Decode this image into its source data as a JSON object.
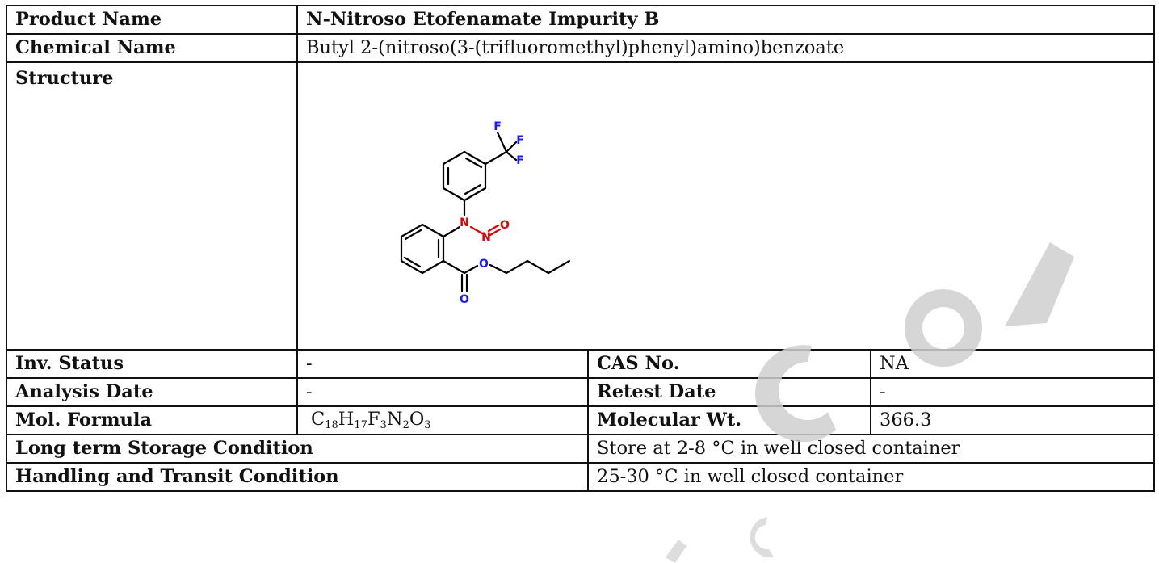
{
  "product": {
    "name_label": "Product Name",
    "name_value": "N-Nitroso Etofenamate Impurity B",
    "chem_label": "Chemical Name",
    "chem_value": "Butyl 2-(nitroso(3-(trifluoromethyl)phenyl)amino)benzoate",
    "structure_label": "Structure"
  },
  "structure": {
    "atoms": {
      "f1": "F",
      "f2": "F",
      "f3": "F",
      "n_amine": "N",
      "n_nitroso": "N",
      "o_nitroso": "O",
      "o_ester": "O",
      "o_carbonyl": "O"
    },
    "colors": {
      "fluorine": "#1a1aff",
      "nitroso": "#e00000",
      "ester": "#1a1aff",
      "bond": "#000000"
    }
  },
  "details": {
    "inv_status_label": "Inv. Status",
    "inv_status_value": "-",
    "cas_label": "CAS No.",
    "cas_value": "NA",
    "analysis_date_label": "Analysis Date",
    "analysis_date_value": "-",
    "retest_label": "Retest Date",
    "retest_value": "-",
    "formula_label": "Mol. Formula",
    "formula_parts": {
      "c": "C",
      "c_n": "18",
      "h": "H",
      "h_n": "17",
      "f": "F",
      "f_n": "3",
      "n": "N",
      "n_n": "2",
      "o": "O",
      "o_n": "3"
    },
    "mw_label": "Molecular Wt.",
    "mw_value": "366.3",
    "storage_label": "Long term Storage Condition",
    "storage_value": "Store at 2-8 °C in well closed container",
    "handling_label": "Handling and Transit Condition",
    "handling_value": "25-30 °C in well closed container"
  },
  "watermark": {
    "color": "#c8c8c8"
  }
}
